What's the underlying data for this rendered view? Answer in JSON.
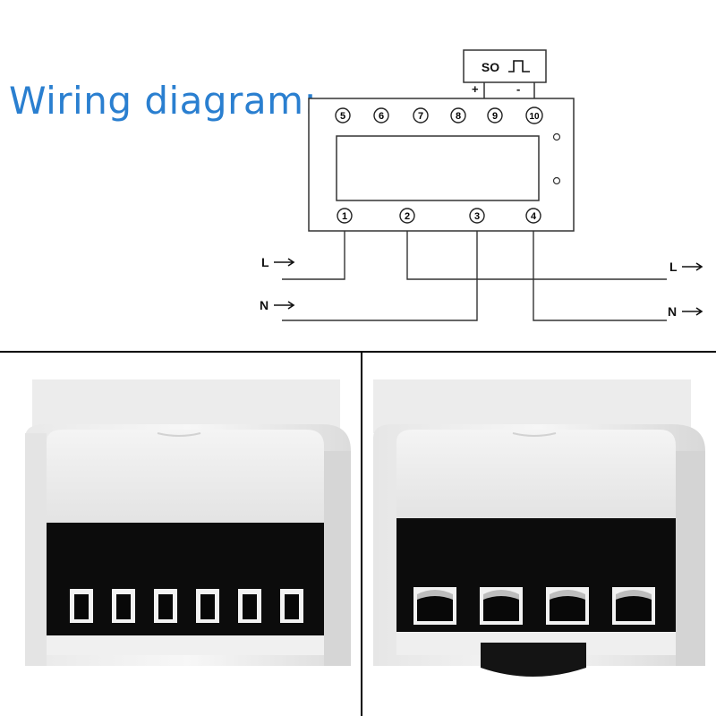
{
  "title": "Wiring diagram:",
  "meter": {
    "pulse_label": "SO",
    "plus": "+",
    "minus": "-",
    "top_terminals": [
      "5",
      "6",
      "7",
      "8",
      "9",
      "10"
    ],
    "bottom_terminals": [
      "1",
      "2",
      "3",
      "4"
    ]
  },
  "lines": {
    "left_L": "L",
    "left_N": "N",
    "right_L": "L",
    "right_N": "N"
  },
  "photos": {
    "left_slot_count": 6,
    "right_slot_count": 4
  }
}
